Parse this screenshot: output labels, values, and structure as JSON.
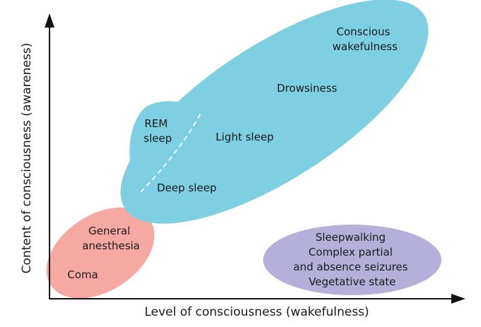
{
  "axes": {
    "x_label": "Level of consciousness (wakefulness)",
    "y_label": "Content of consciousness (awareness)"
  },
  "regions": {
    "conscious_wakefulness": [
      "Conscious",
      "wakefulness"
    ],
    "drowsiness": "Drowsiness",
    "light_sleep": "Light sleep",
    "rem_sleep": [
      "REM",
      "sleep"
    ],
    "deep_sleep": "Deep sleep",
    "general_anesthesia": [
      "General",
      "anesthesia"
    ],
    "coma": "Coma",
    "disorders": [
      "Sleepwalking",
      "Complex partial",
      "and absence seizures",
      "Vegetative state"
    ]
  },
  "colors": {
    "sleep_wake": "#7ecfe2",
    "anesthesia_coma": "#f6a9a2",
    "disorders": "#b5b0da",
    "axis": "#111111",
    "divider": "#ffffff"
  }
}
